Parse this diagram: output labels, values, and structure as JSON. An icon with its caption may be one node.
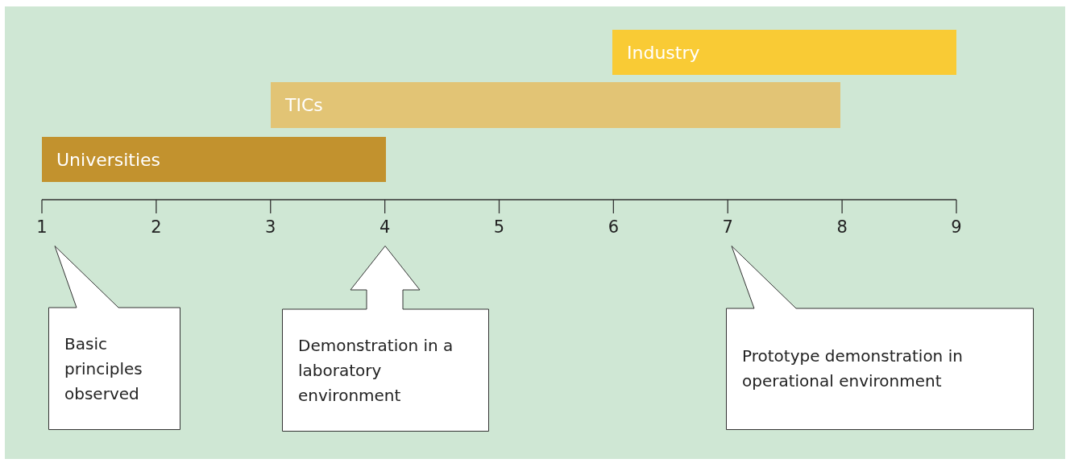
{
  "diagram": {
    "nodes": [
      {
        "text": [
          "Industry"
        ]
      },
      {
        "text": [
          "TICs"
        ]
      },
      {
        "text": [
          "Universities"
        ]
      },
      {
        "text": [
          "Basic principles observed"
        ]
      },
      {
        "text": [
          "Demonstration in a laboratory environment"
        ]
      },
      {
        "text": [
          "Prototype demonstration in operational environment"
        ]
      }
    ],
    "labels": [
      "1",
      "2",
      "3",
      "4",
      "5",
      "6",
      "7",
      "8",
      "9"
    ]
  }
}
